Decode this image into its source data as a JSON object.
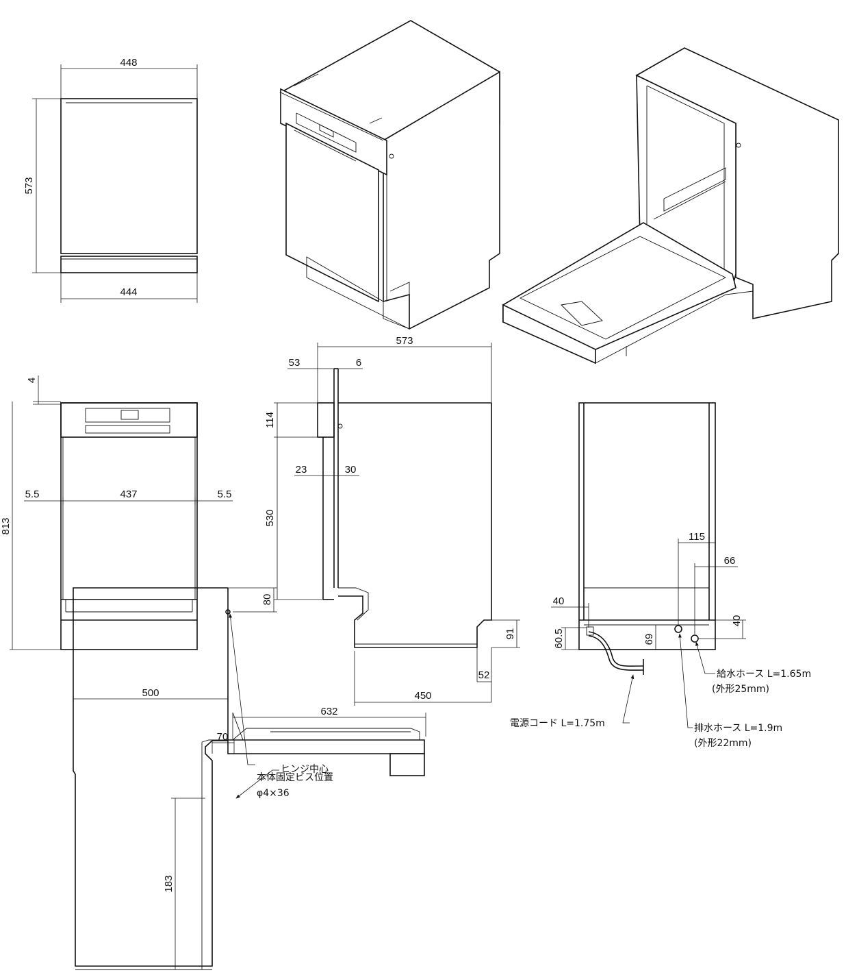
{
  "dims": {
    "front_top_width": "448",
    "front_top_height": "573",
    "front_top_base_width": "444",
    "front_full_offset": "4",
    "front_full_height": "813",
    "front_full_left": "5.5",
    "front_full_center": "437",
    "front_full_right": "5.5",
    "side_depth_top": "573",
    "side_53": "53",
    "side_6": "6",
    "side_114": "114",
    "side_23": "23",
    "side_30": "30",
    "side_530": "530",
    "side_91": "91",
    "side_52": "52",
    "side_450": "450",
    "rear_115": "115",
    "rear_66": "66",
    "rear_40_left": "40",
    "rear_40_right": "40",
    "rear_60_5": "60.5",
    "rear_69": "69",
    "open_500": "500",
    "open_80": "80",
    "open_632": "632",
    "open_70": "70",
    "open_183": "183"
  },
  "labels": {
    "water_supply_hose": "給水ホース L=1.65m",
    "water_supply_od": "(外形25mm)",
    "drain_hose": "排水ホース L=1.9m",
    "drain_od": "(外形22mm)",
    "power_cord": "電源コード L=1.75m",
    "fixing_screw": "本体固定ビス位置",
    "fixing_screw_size": "φ4×36",
    "hinge_center": "ヒンジ中心"
  }
}
